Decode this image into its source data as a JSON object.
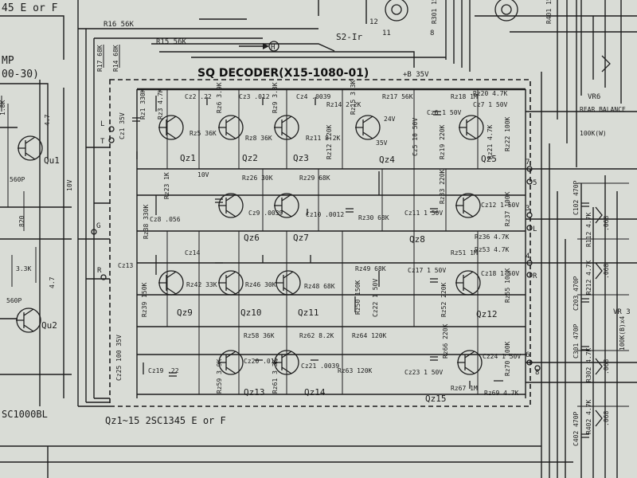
{
  "decoder": {
    "title": "SQ DECODER(X15-1080-01)",
    "footer": "Qz1~15 2SC1345 E or F",
    "supply": "+B 35V",
    "switch": "S2-Ir",
    "marker": "H"
  },
  "left_panel": {
    "header_fragment": "45 E or F",
    "amp_fragment": "MP",
    "amp_code_fragment": "00-30)",
    "bottom_fragment": "SC1000BL",
    "transistors": [
      "Qu1",
      "Qu2"
    ],
    "parts": [
      "1.8K",
      "4.7",
      "560P",
      "820",
      "3.3K",
      "560P",
      "4.7",
      "10V"
    ]
  },
  "top_resistors": [
    "R16 56K",
    "R15 56K",
    "R17 68K",
    "R14 68K"
  ],
  "transistors": [
    {
      "id": "t1",
      "label": "Qz1"
    },
    {
      "id": "t2",
      "label": "Qz2"
    },
    {
      "id": "t3",
      "label": "Qz3"
    },
    {
      "id": "t4",
      "label": "Qz4"
    },
    {
      "id": "t5",
      "label": "Qz5"
    },
    {
      "id": "t6",
      "label": "Qz6"
    },
    {
      "id": "t7",
      "label": "Qz7"
    },
    {
      "id": "t8",
      "label": "Qz8"
    },
    {
      "id": "t9",
      "label": "Qz9"
    },
    {
      "id": "t10",
      "label": "Qz10"
    },
    {
      "id": "t11",
      "label": "Qz11"
    },
    {
      "id": "t12",
      "label": "Qz12"
    },
    {
      "id": "t13",
      "label": "Qz13"
    },
    {
      "id": "t14",
      "label": "Qz14"
    },
    {
      "id": "t15",
      "label": "Qz15"
    }
  ],
  "components": [
    {
      "id": "c1",
      "label": "Cz1 35V"
    },
    {
      "id": "c2",
      "label": "Cz2 .22"
    },
    {
      "id": "c3",
      "label": "Cz3 .012"
    },
    {
      "id": "c4",
      "label": "Cz4 .0039"
    },
    {
      "id": "c5",
      "label": "Rz1 330K"
    },
    {
      "id": "c6",
      "label": "Rz3 4.7K"
    },
    {
      "id": "c7",
      "label": "Rz5 36K"
    },
    {
      "id": "c8",
      "label": "Rz6 3.9K"
    },
    {
      "id": "c9",
      "label": "Rz8 36K"
    },
    {
      "id": "c10",
      "label": "Rz9 3.3K"
    },
    {
      "id": "c11",
      "label": "Rz11 8.2K"
    },
    {
      "id": "c12",
      "label": "Rz12 120K"
    },
    {
      "id": "c13",
      "label": "Rz14 2.2K"
    },
    {
      "id": "c14",
      "label": "Rz15 3.3K"
    },
    {
      "id": "c15",
      "label": "Rz17 56K"
    },
    {
      "id": "c16",
      "label": "24V"
    },
    {
      "id": "c17",
      "label": "35V"
    },
    {
      "id": "c18",
      "label": "Cz5 10 50V"
    },
    {
      "id": "c19",
      "label": "Cz6 1 50V"
    },
    {
      "id": "c20",
      "label": "Rz18 1M"
    },
    {
      "id": "c21",
      "label": "Cz7 1 50V"
    },
    {
      "id": "c22",
      "label": "Rz20 4.7K"
    },
    {
      "id": "c23",
      "label": "Rz19 220K"
    },
    {
      "id": "c24",
      "label": "Rz21 4.7K"
    },
    {
      "id": "c25",
      "label": "Rz22 100K"
    },
    {
      "id": "c26",
      "label": "Cz8 .056"
    },
    {
      "id": "c27",
      "label": "Rz23 1K"
    },
    {
      "id": "c28",
      "label": "Cz9 .0039"
    },
    {
      "id": "c29",
      "label": "Cz10 .0012"
    },
    {
      "id": "c30",
      "label": "Rz29 68K"
    },
    {
      "id": "c31",
      "label": "Rz26 30K"
    },
    {
      "id": "c32",
      "label": "Rz30 68K"
    },
    {
      "id": "c33",
      "label": "Rz33 220K"
    },
    {
      "id": "c34",
      "label": "Cz11 1 50V"
    },
    {
      "id": "c35",
      "label": "Cz12 1 50V"
    },
    {
      "id": "c36",
      "label": "Rz36 4.7K"
    },
    {
      "id": "c37",
      "label": "Rz37 100K"
    },
    {
      "id": "c38",
      "label": "Rz38 330K"
    },
    {
      "id": "c39",
      "label": "Cz13"
    },
    {
      "id": "c40",
      "label": "Cz14"
    },
    {
      "id": "c41",
      "label": "Rz42 33K"
    },
    {
      "id": "c42",
      "label": "Rz46 30K"
    },
    {
      "id": "c43",
      "label": "Rz48 68K"
    },
    {
      "id": "c44",
      "label": "Rz49 68K"
    },
    {
      "id": "c45",
      "label": "Cz17 1 50V"
    },
    {
      "id": "c46",
      "label": "Cz18 1 50V"
    },
    {
      "id": "c47",
      "label": "Rz51 1M"
    },
    {
      "id": "c48",
      "label": "Rz53 4.7K"
    },
    {
      "id": "c49",
      "label": "Rz55 100K"
    },
    {
      "id": "c50",
      "label": "Rz39 150K"
    },
    {
      "id": "c51",
      "label": "Rz50 150K"
    },
    {
      "id": "c52",
      "label": "Cz22 1 50V"
    },
    {
      "id": "c53",
      "label": "Rz52 220K"
    },
    {
      "id": "c54",
      "label": "Rz64 120K"
    },
    {
      "id": "c55",
      "label": "Rz63 120K"
    },
    {
      "id": "c56",
      "label": "Rz58 36K"
    },
    {
      "id": "c57",
      "label": "Rz62 8.2K"
    },
    {
      "id": "c58",
      "label": "Cz20 .012"
    },
    {
      "id": "c59",
      "label": "Cz21 .0039"
    },
    {
      "id": "c60",
      "label": "Cz19 .22"
    },
    {
      "id": "c61",
      "label": "Cz25 100 35V"
    },
    {
      "id": "c62",
      "label": "Cz23 1 50V"
    },
    {
      "id": "c63",
      "label": "Rz66 220K"
    },
    {
      "id": "c64",
      "label": "Cz24 1 50V"
    },
    {
      "id": "c65",
      "label": "Rz67 1M"
    },
    {
      "id": "c66",
      "label": "Rz69 4.7K"
    },
    {
      "id": "c67",
      "label": "Rz70 100K"
    },
    {
      "id": "c68",
      "label": "Rz59 3.9K"
    },
    {
      "id": "c69",
      "label": "Rz61 3.3K"
    },
    {
      "id": "c70",
      "label": "10V"
    }
  ],
  "connectors": [
    "L",
    "T",
    "G",
    "R",
    "7",
    "5",
    "3",
    "4",
    "6",
    "8",
    "L",
    "R"
  ],
  "right_panel": {
    "vr6": "VR6",
    "vr6_text": "REAR BALANCE",
    "vr6_value": "100K(W)",
    "vr3": "VR 3",
    "vr3_value": "100K(B)x4",
    "caps": [
      "C102 470P",
      "C203 470P",
      "C301 470P",
      "C402 470P"
    ],
    "resistors": [
      "R112 4.7K",
      "R212 4.7K",
      "R302 4.7K",
      "R402 4.7K"
    ],
    "small": [
      ".068",
      ".068",
      ".068",
      ".068"
    ],
    "top_parts": [
      "R301 15K",
      "R401 15K",
      "12",
      "11",
      "8"
    ]
  }
}
